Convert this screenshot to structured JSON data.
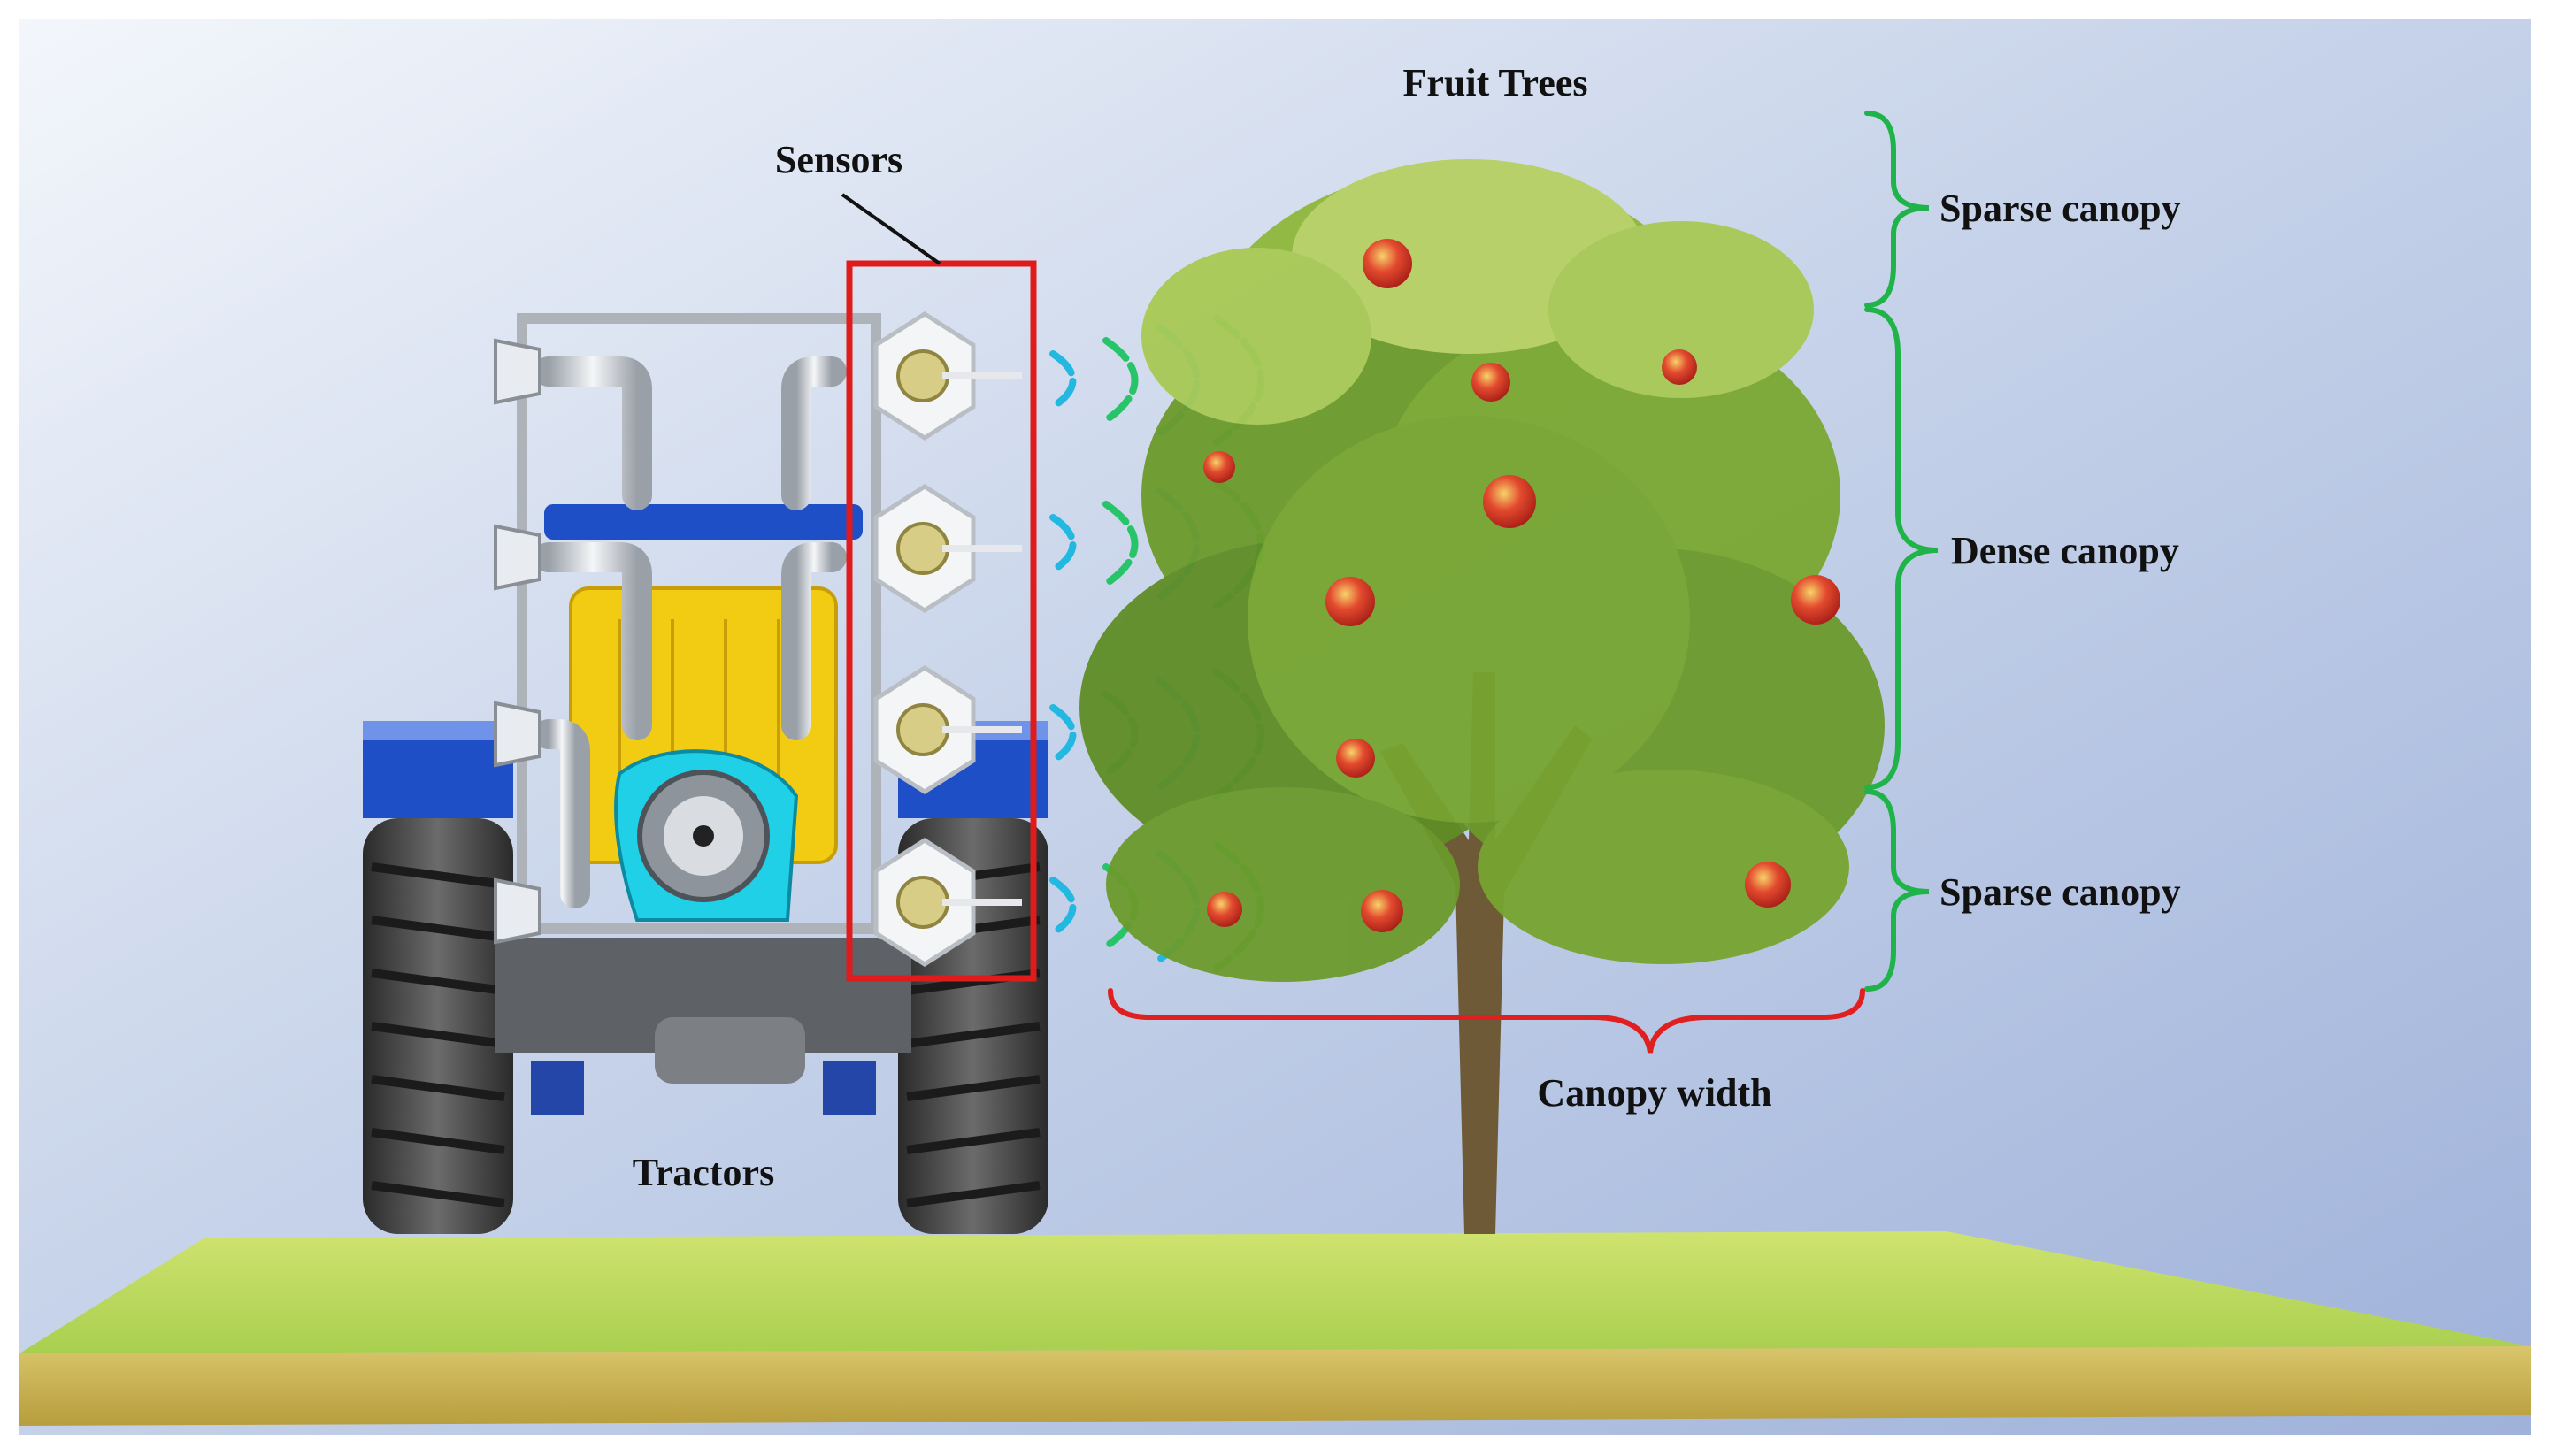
{
  "labels": {
    "sensors": "Sensors",
    "fruit_trees": "Fruit Trees",
    "sparse_canopy_top": "Sparse canopy",
    "dense_canopy": "Dense canopy",
    "sparse_canopy_bottom": "Sparse canopy",
    "canopy_width": "Canopy width",
    "tractors": "Tractors"
  },
  "colors": {
    "bracket_green": "#1fb34a",
    "bracket_red": "#e02020",
    "sensor_box": "#e01b1b",
    "wave_cyan": "#22b8e0",
    "wave_green": "#27c46a",
    "tractor_blue": "#1f4fc7",
    "tank_yellow": "#f2cc12",
    "fan_cyan": "#1fd0e6",
    "ground": "#b7d65a",
    "apple_red": "#d83a2a"
  },
  "icons": [
    "sensor-icon",
    "tractor-icon",
    "tree-icon",
    "apple-icon",
    "wave-icon"
  ]
}
